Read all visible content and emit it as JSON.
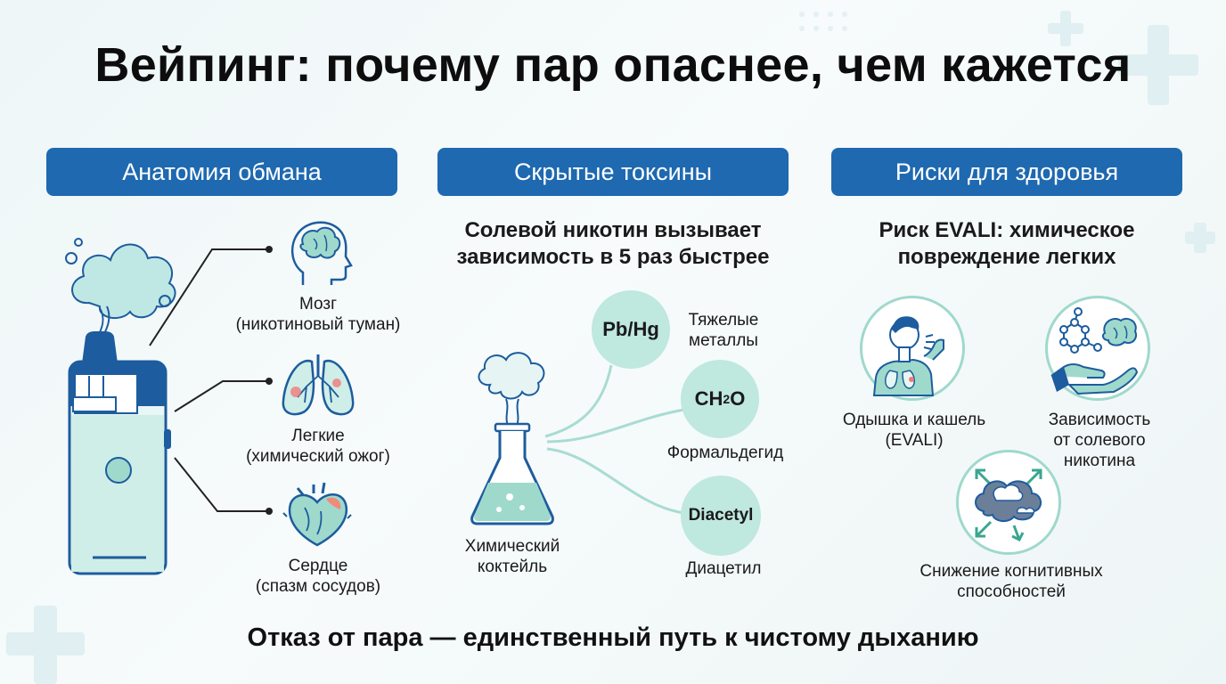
{
  "title": "Вейпинг: почему пар опаснее, чем кажется",
  "columns": {
    "anatomy": {
      "header": "Анатомия обмана",
      "organs": [
        {
          "name": "Мозг",
          "detail": "(никотиновый туман)",
          "icon": "brain-icon"
        },
        {
          "name": "Легкие",
          "detail": "(химический ожог)",
          "icon": "lungs-icon"
        },
        {
          "name": "Сердце",
          "detail": "(спазм сосудов)",
          "icon": "heart-icon"
        }
      ]
    },
    "toxins": {
      "header": "Скрытые токсины",
      "subtitle_line1": "Солевой никотин вызывает",
      "subtitle_line2": "зависимость в 5 раз быстрее",
      "flask_label_line1": "Химический",
      "flask_label_line2": "коктейль",
      "items": [
        {
          "bubble": "Pb/Hg",
          "label_line1": "Тяжелые",
          "label_line2": "металлы"
        },
        {
          "bubble_main": "CH",
          "bubble_sub": "2",
          "bubble_end": "O",
          "label": "Формальдегид"
        },
        {
          "bubble": "Diacetyl",
          "label": "Диацетил"
        }
      ]
    },
    "risks": {
      "header": "Риски для здоровья",
      "subtitle_line1": "Риск EVALI: химическое",
      "subtitle_line2": "повреждение легких",
      "items": [
        {
          "label_line1": "Одышка и кашель",
          "label_line2": "(EVALI)",
          "icon": "coughing-person-icon"
        },
        {
          "label_line1": "Зависимость",
          "label_line2": "от солевого",
          "label_line3": "никотина",
          "icon": "molecule-hand-icon"
        },
        {
          "label_line1": "Снижение когнитивных",
          "label_line2": "способностей",
          "icon": "cognitive-fog-icon"
        }
      ]
    }
  },
  "footer": "Отказ от пара — единственный путь к чистому дыханию",
  "colors": {
    "header_bg": "#1e69b0",
    "accent_mint": "#bfe8df",
    "ring": "#9fd9cc",
    "dark_blue": "#1d5c9e"
  }
}
